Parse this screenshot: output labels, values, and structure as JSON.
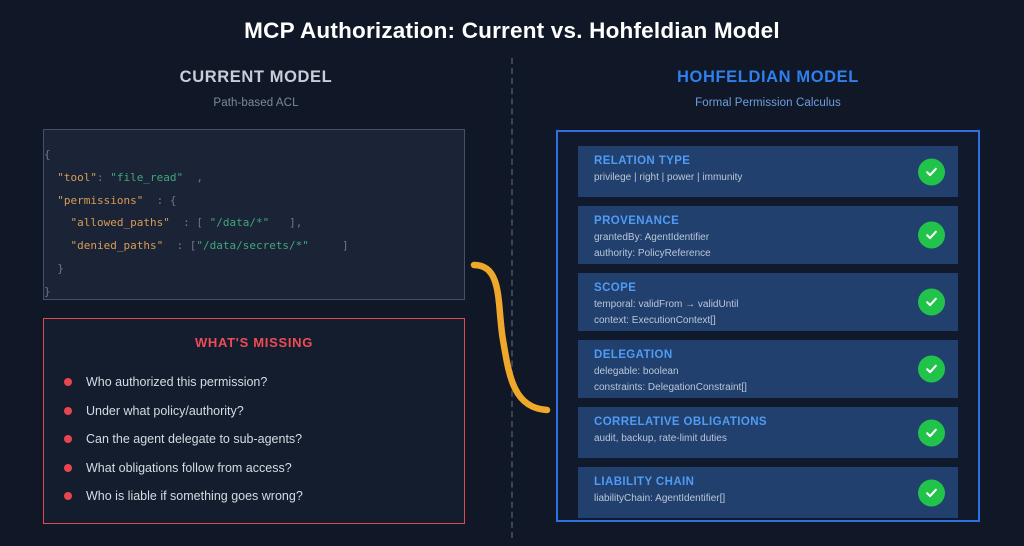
{
  "title": "MCP Authorization: Current vs. Hohfeldian Model",
  "colors": {
    "background": "#101827",
    "accent_blue": "#2f7fee",
    "accent_red": "#ef4b55",
    "accent_green": "#22c34a",
    "accent_orange": "#f0a82a",
    "code_key": "#d89b57",
    "code_string": "#3fa877"
  },
  "left": {
    "heading": "CURRENT MODEL",
    "subheading": "Path-based ACL",
    "code": [
      [
        {
          "t": "{",
          "c": "punc"
        }
      ],
      [
        {
          "t": "  ",
          "c": "punc"
        },
        {
          "t": "\"tool\"",
          "c": "key"
        },
        {
          "t": ": ",
          "c": "punc"
        },
        {
          "t": "\"file_read\"",
          "c": "str"
        },
        {
          "t": "  ,",
          "c": "punc"
        }
      ],
      [
        {
          "t": "  ",
          "c": "punc"
        },
        {
          "t": "\"permissions\"",
          "c": "key"
        },
        {
          "t": "  : {",
          "c": "punc"
        }
      ],
      [
        {
          "t": "    ",
          "c": "punc"
        },
        {
          "t": "\"allowed_paths\"",
          "c": "key"
        },
        {
          "t": "  : [ ",
          "c": "punc"
        },
        {
          "t": "\"/data/*\"",
          "c": "str"
        },
        {
          "t": "   ],",
          "c": "punc"
        }
      ],
      [
        {
          "t": "    ",
          "c": "punc"
        },
        {
          "t": "\"denied_paths\"",
          "c": "key"
        },
        {
          "t": "  : [",
          "c": "punc"
        },
        {
          "t": "\"/data/secrets/*\"",
          "c": "str"
        },
        {
          "t": "     ]",
          "c": "punc"
        }
      ],
      [
        {
          "t": "  }",
          "c": "punc"
        }
      ],
      [
        {
          "t": "}",
          "c": "punc"
        }
      ]
    ],
    "missing": {
      "title": "WHAT'S MISSING",
      "items": [
        "Who authorized this permission?",
        "Under what policy/authority?",
        "Can the agent delegate to sub-agents?",
        "What obligations follow from access?",
        "Who is liable if something goes wrong?"
      ]
    }
  },
  "right": {
    "heading": "HOHFELDIAN MODEL",
    "subheading": "Formal Permission Calculus",
    "cards": [
      {
        "title": "RELATION TYPE",
        "lines": [
          "privilege | right | power | immunity"
        ],
        "status": "check"
      },
      {
        "title": "PROVENANCE",
        "lines": [
          "grantedBy: AgentIdentifier",
          "authority: PolicyReference"
        ],
        "status": "check"
      },
      {
        "title": "SCOPE",
        "lines": [
          "temporal: validFrom  → validUntil",
          "context: ExecutionContext[]"
        ],
        "status": "check"
      },
      {
        "title": "DELEGATION",
        "lines": [
          "delegable: boolean",
          "constraints: DelegationConstraint[]"
        ],
        "status": "check"
      },
      {
        "title": "CORRELATIVE OBLIGATIONS",
        "lines": [
          "audit, backup, rate-limit duties"
        ],
        "status": "check"
      },
      {
        "title": "LIABILITY CHAIN",
        "lines": [
          "liabilityChain: AgentIdentifier[]"
        ],
        "status": "check"
      }
    ]
  }
}
